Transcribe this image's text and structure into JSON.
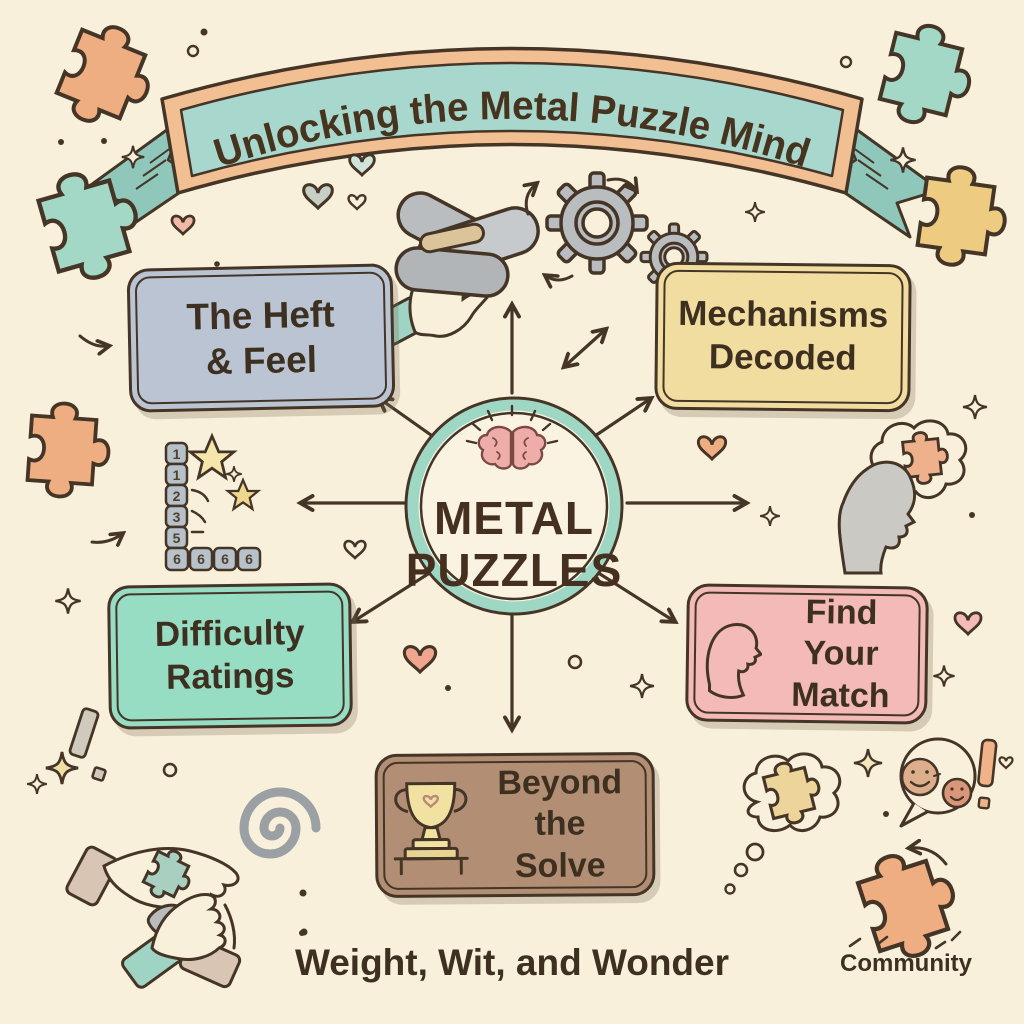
{
  "banner": {
    "text": "Unlocking the Metal Puzzle Mind"
  },
  "hub": {
    "line1": "METAL",
    "line2": "PUZZLES",
    "icon": "brain-icon"
  },
  "nodes": {
    "heft": {
      "line1": "The Heft",
      "line2": "& Feel",
      "color": "#bac4d2"
    },
    "mechanisms": {
      "line1": "Mechanisms",
      "line2": "Decoded",
      "color": "#f1dda0"
    },
    "difficulty": {
      "line1": "Difficulty",
      "line2": "Ratings",
      "color": "#96ddc4"
    },
    "match": {
      "line1": "Find Your",
      "line2": "Match",
      "color": "#f3bab7",
      "icon": "head-profile-icon"
    },
    "beyond": {
      "line1": "Beyond the",
      "line2": "Solve",
      "color": "#b28f74",
      "icon": "trophy-icon"
    }
  },
  "difficulty_scale": {
    "column": [
      "1",
      "1",
      "2",
      "3",
      "5"
    ],
    "row": [
      "6",
      "6",
      "6",
      "6"
    ]
  },
  "footer": {
    "tagline": "Weight, Wit, and Wonder",
    "community": "Community"
  },
  "icons": [
    "brain-icon",
    "hand-knot-puzzle-icon",
    "gears-icon",
    "difficulty-scale-icon",
    "star-icon",
    "head-thought-puzzle-icon",
    "head-profile-icon",
    "trophy-icon",
    "hands-solving-icon",
    "spiral-icon",
    "thought-bubble-puzzle-icon",
    "chat-smileys-icon",
    "community-puzzle-icon",
    "puzzle-piece-icon",
    "heart-icon",
    "sparkle-icon",
    "exclamation-icon"
  ],
  "colors": {
    "background": "#f8f0da",
    "outline": "#453527",
    "ribbon_teal": "#a7d7cd",
    "ribbon_peach": "#f2bf93",
    "hub_ring": "#9ed7c4",
    "brain_pink": "#eeada8",
    "puzzle_orange": "#efae82",
    "puzzle_teal": "#a2d8c5",
    "puzzle_yellow": "#edcc82",
    "gear_gray": "#babdbf",
    "head_gray": "#cbc9c4",
    "trophy_yellow": "#f2e2a2"
  }
}
